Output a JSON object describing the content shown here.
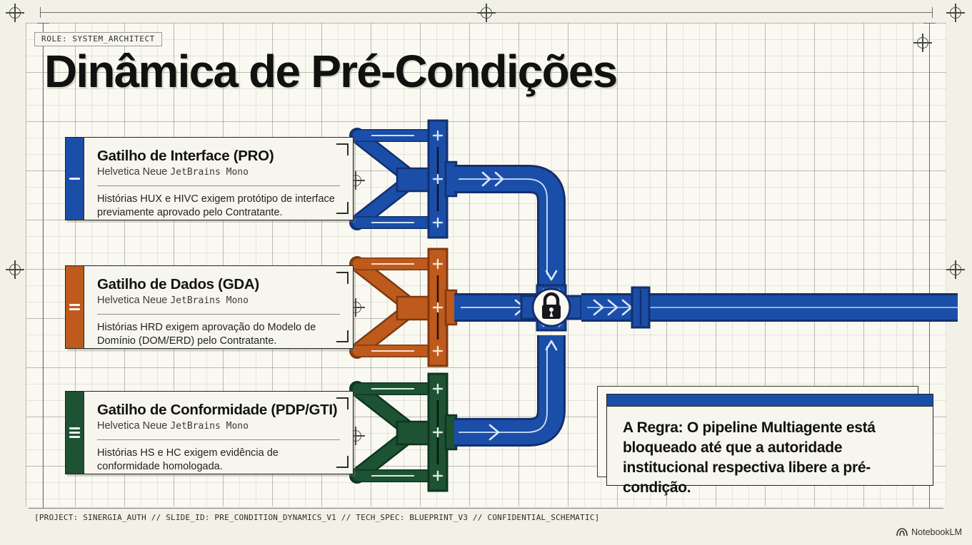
{
  "header": {
    "role_tag": "ROLE: SYSTEM_ARCHITECT",
    "title": "Dinâmica de Pré-Condições"
  },
  "cards": [
    {
      "id": "gatilho-interface",
      "title": "Gatilho de Interface (PRO)",
      "font_sans": "Helvetica Neue",
      "font_mono": "JetBrains Mono",
      "description": "Histórias HUX e HIVC exigem protótipo de interface previamente aprovado pelo Contratante.",
      "color": "#1b4ea8",
      "tab_icon": "single-dash-icon",
      "tab_lines": 1
    },
    {
      "id": "gatilho-dados",
      "title": "Gatilho de Dados (GDA)",
      "font_sans": "Helvetica Neue",
      "font_mono": "JetBrains Mono",
      "description": "Histórias HRD exigem aprovação do Modelo de Domínio (DOM/ERD) pelo Contratante.",
      "color": "#bf5a1d",
      "tab_icon": "equals-icon",
      "tab_lines": 2
    },
    {
      "id": "gatilho-conformidade",
      "title": "Gatilho de Conformidade (PDP/GTI)",
      "font_sans": "Helvetica Neue",
      "font_mono": "JetBrains Mono",
      "description": "Histórias HS e HC exigem evidência de conformidade homologada.",
      "color": "#1d5233",
      "tab_icon": "hamburger-icon",
      "tab_lines": 3
    }
  ],
  "callout": {
    "text": "A Regra: O pipeline Multiagente está bloqueado até que a autoridade institucional respectiva libere a pré-condição.",
    "bar_color": "#1b4ea8"
  },
  "diagram": {
    "lock_icon": "lock-icon",
    "flow_color": "#1b4ea8"
  },
  "footer": {
    "text": "[PROJECT: SINERGIA_AUTH // SLIDE_ID: PRE_CONDITION_DYNAMICS_V1 // TECH_SPEC: BLUEPRINT_V3 // CONFIDENTIAL_SCHEMATIC]",
    "brand": "NotebookLM",
    "brand_icon": "notebooklm-icon"
  }
}
